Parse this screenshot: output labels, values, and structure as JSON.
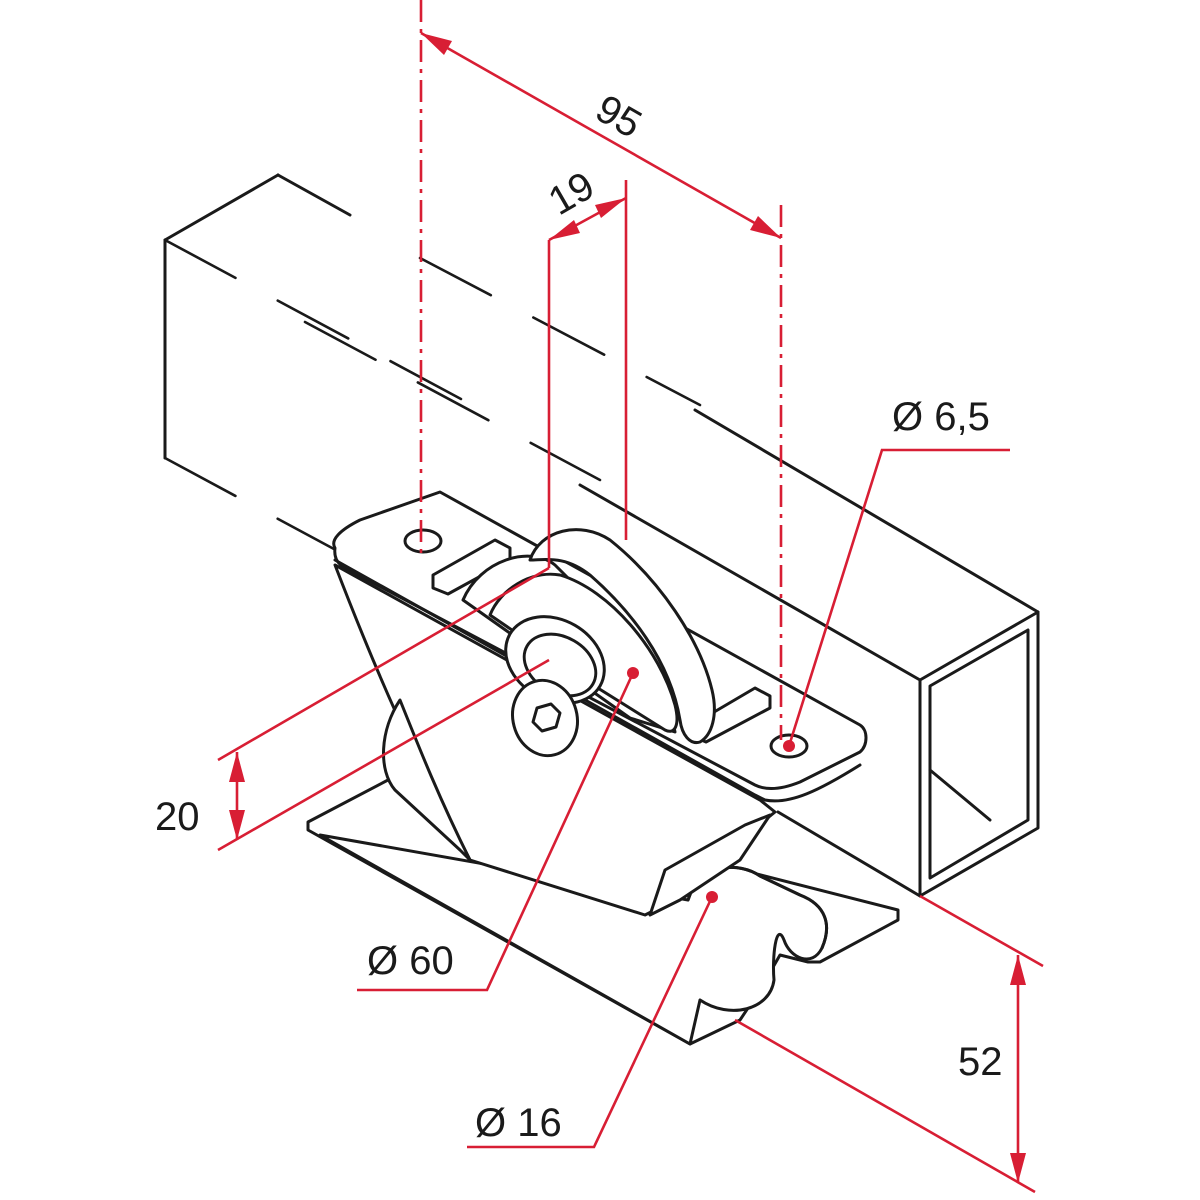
{
  "colors": {
    "outline": "#1a1a1a",
    "dimension": "#d81e34",
    "background": "#ffffff"
  },
  "dimensions": {
    "hole_spacing": "95",
    "wheel_width": "19",
    "hole_diameter": "Ø 6,5",
    "bracket_height": "20",
    "wheel_diameter": "Ø 60",
    "track_diameter": "Ø 16",
    "overall_height": "52"
  }
}
